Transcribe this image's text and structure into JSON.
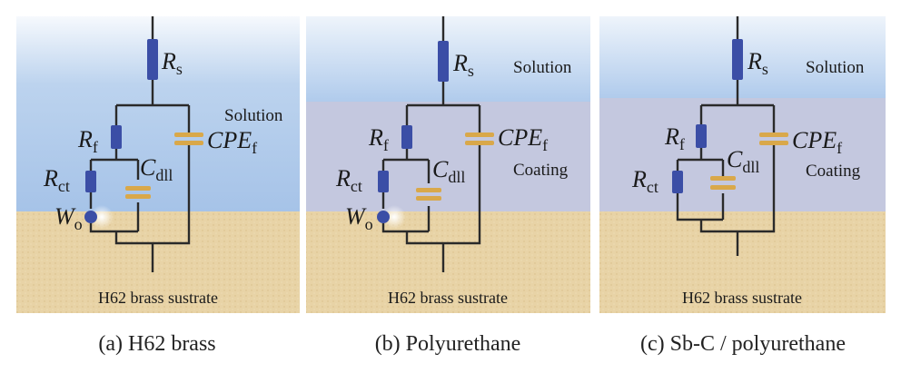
{
  "panels": [
    {
      "id": "a",
      "caption": "(a) H62 brass",
      "substrate_label": "H62 brass sustrate",
      "solution_label": "Solution",
      "coating_label": "",
      "elements": {
        "Rs": {
          "sym": "R",
          "sub": "s"
        },
        "Rf": {
          "sym": "R",
          "sub": "f"
        },
        "CPEf": {
          "sym": "CPE",
          "sub": "f"
        },
        "Rct": {
          "sym": "R",
          "sub": "ct"
        },
        "Cdll": {
          "sym": "C",
          "sub": "dll"
        },
        "Wo": {
          "sym": "W",
          "sub": "o"
        }
      }
    },
    {
      "id": "b",
      "caption": "(b) Polyurethane",
      "substrate_label": "H62 brass sustrate",
      "solution_label": "Solution",
      "coating_label": "Coating",
      "elements": {
        "Rs": {
          "sym": "R",
          "sub": "s"
        },
        "Rf": {
          "sym": "R",
          "sub": "f"
        },
        "CPEf": {
          "sym": "CPE",
          "sub": "f"
        },
        "Rct": {
          "sym": "R",
          "sub": "ct"
        },
        "Cdll": {
          "sym": "C",
          "sub": "dll"
        },
        "Wo": {
          "sym": "W",
          "sub": "o"
        }
      }
    },
    {
      "id": "c",
      "caption": "(c) Sb-C / polyurethane",
      "substrate_label": "H62 brass sustrate",
      "solution_label": "Solution",
      "coating_label": "Coating",
      "elements": {
        "Rs": {
          "sym": "R",
          "sub": "s"
        },
        "Rf": {
          "sym": "R",
          "sub": "f"
        },
        "CPEf": {
          "sym": "CPE",
          "sub": "f"
        },
        "Rct": {
          "sym": "R",
          "sub": "ct"
        },
        "Cdll": {
          "sym": "C",
          "sub": "dll"
        }
      }
    }
  ],
  "colors": {
    "solution_top": "#ffffff",
    "solution_blue": "#a9c7ea",
    "coating": "#c4c8df",
    "substrate": "#e7d2a3",
    "resistor": "#3b4ea6",
    "capacitor": "#d9a84a",
    "wire": "#2a2a2a"
  }
}
